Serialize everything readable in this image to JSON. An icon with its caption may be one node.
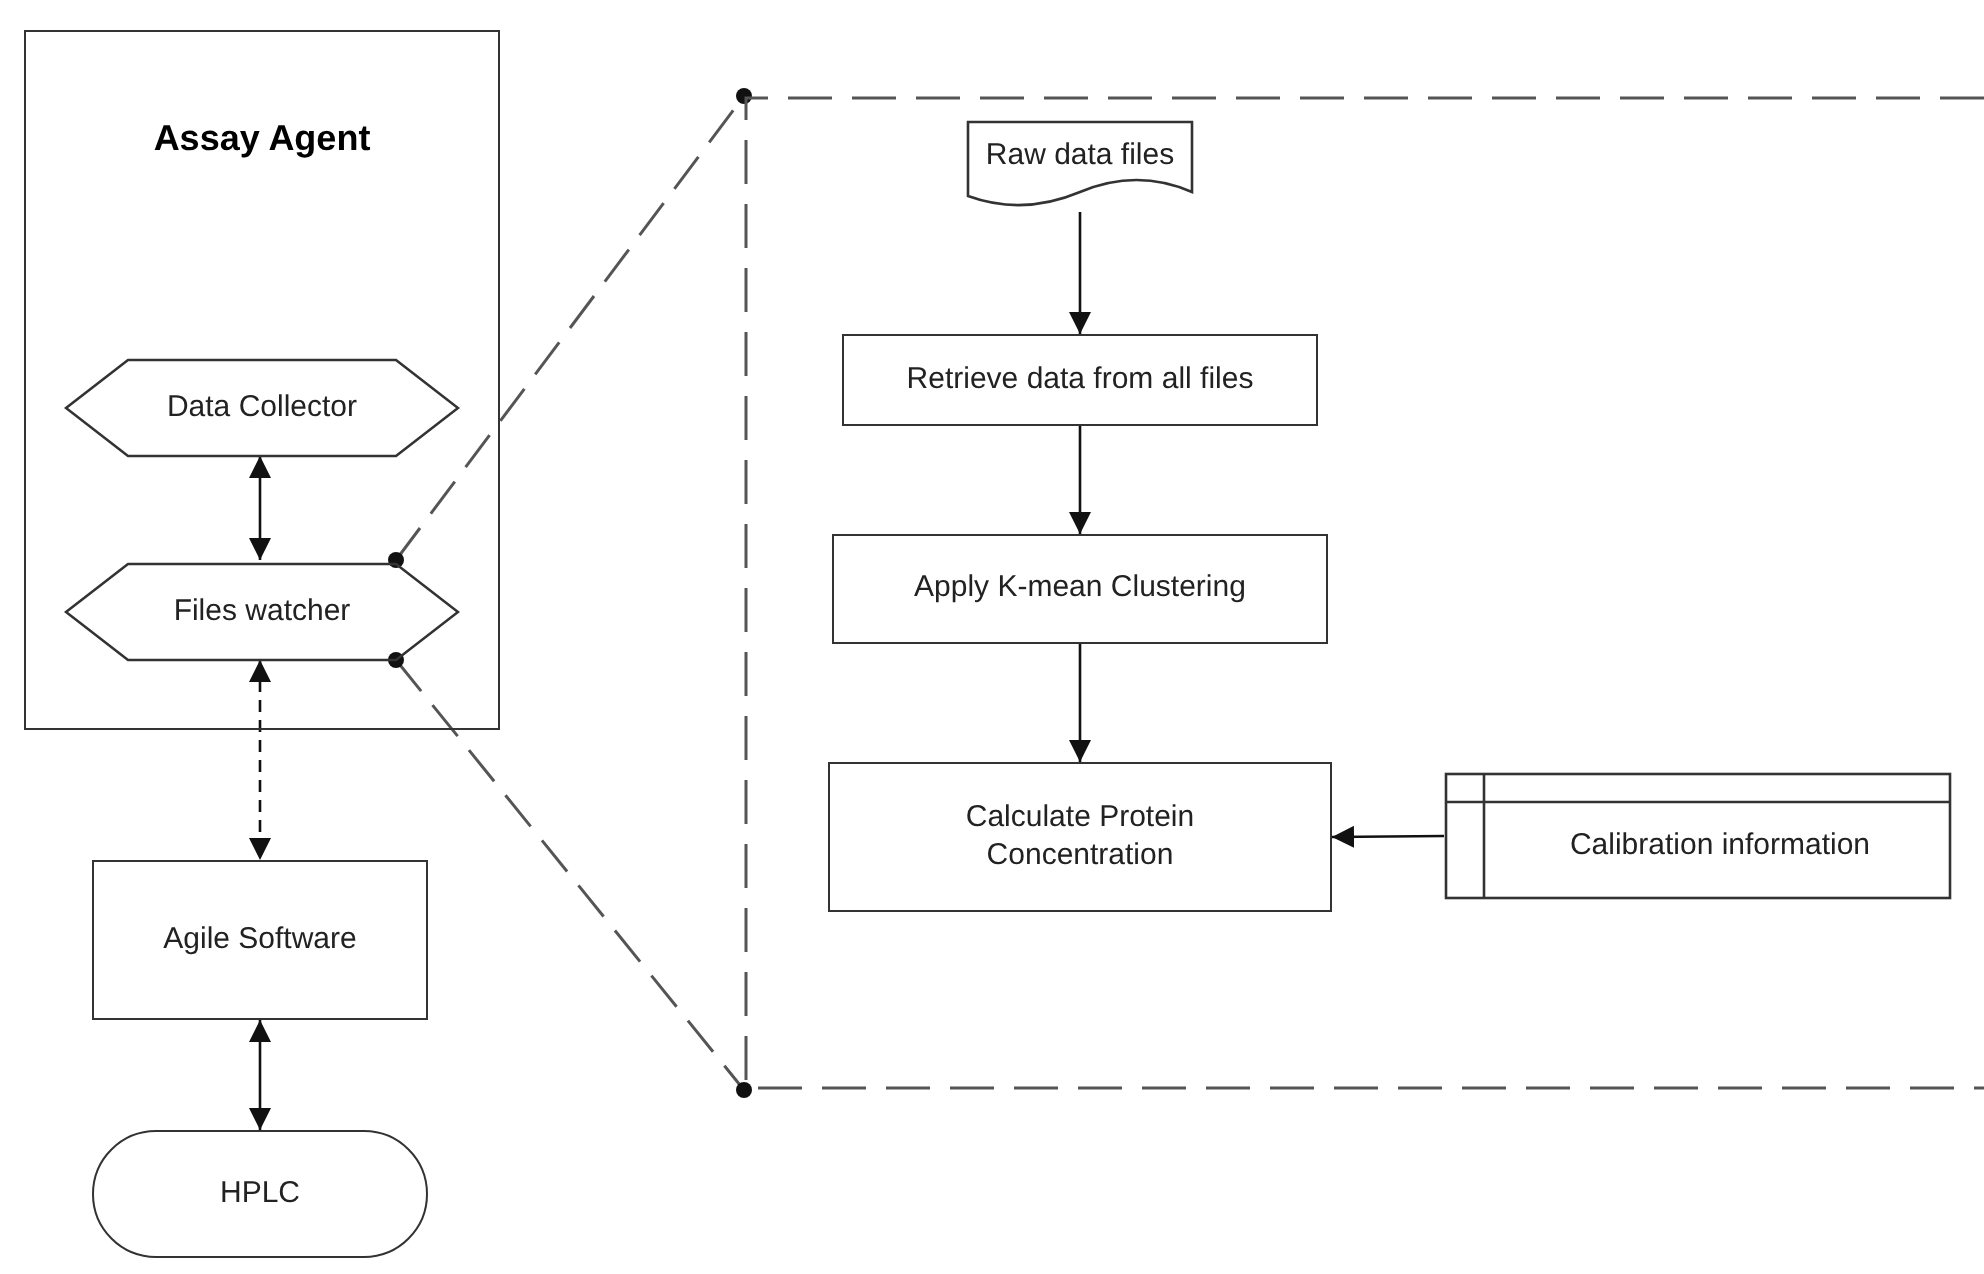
{
  "diagram": {
    "nodes": [
      {
        "text": [
          "Assay Agent"
        ]
      },
      {
        "text": [
          "Data Collector"
        ],
        "in": 0
      },
      {
        "text": [
          "Files watcher"
        ],
        "in": 0
      },
      {
        "text": [
          "Agile Software"
        ]
      },
      {
        "text": [
          "HPLC"
        ]
      },
      {
        "text": [],
        "shape": "box"
      },
      {
        "text": [
          "Raw data files"
        ],
        "in": 5
      },
      {
        "text": [
          "Retrieve data from all files"
        ],
        "in": 5
      },
      {
        "text": [
          "Apply K-mean Clustering"
        ],
        "in": 5
      },
      {
        "text": [
          "Calculate Protein Concentration"
        ],
        "in": 5
      },
      {
        "text": [
          "Calibration information"
        ],
        "in": 5
      }
    ],
    "edges": [
      {
        "from": 1,
        "to": 2,
        "arrow": "both"
      },
      {
        "from": 2,
        "to": 3,
        "arrow": "both",
        "style": "dashed"
      },
      {
        "from": 3,
        "to": 4,
        "arrow": "both"
      },
      {
        "from": 2,
        "to": 5,
        "arrow": "other",
        "style": "dashed"
      },
      {
        "from": 2,
        "to": 5,
        "arrow": "other",
        "style": "dashed"
      },
      {
        "from": 6,
        "to": 7,
        "arrow": "to"
      },
      {
        "from": 7,
        "to": 8,
        "arrow": "to"
      },
      {
        "from": 8,
        "to": 9,
        "arrow": "to"
      },
      {
        "from": 10,
        "to": 9,
        "arrow": "to"
      }
    ]
  }
}
